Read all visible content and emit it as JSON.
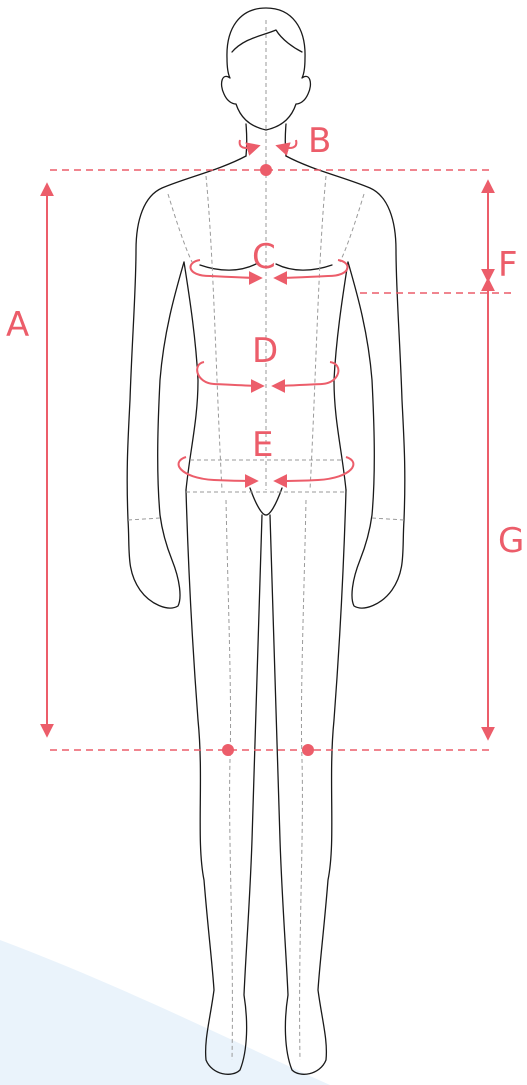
{
  "accent_color": "#ec5d6a",
  "background_wave_color": "#eaf3fb",
  "labels": {
    "a": "A",
    "b": "B",
    "c": "C",
    "d": "D",
    "e": "E",
    "f": "F",
    "g": "G"
  }
}
